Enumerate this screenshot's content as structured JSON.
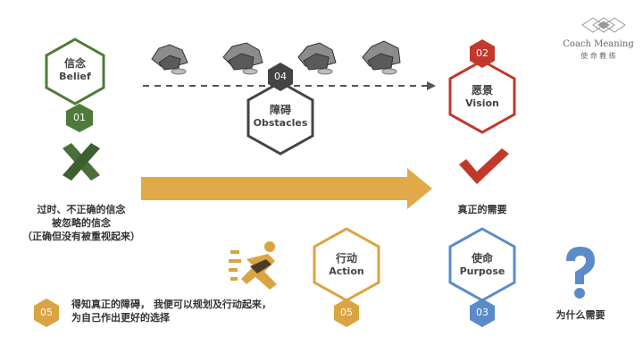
{
  "brand": {
    "name": "Coach Meaning",
    "sub": "使 命 教 练"
  },
  "belief": {
    "zh": "信念",
    "en": "Belief",
    "num": "01"
  },
  "vision": {
    "zh": "愿景",
    "en": "Vision",
    "num": "02"
  },
  "obstacles": {
    "zh": "障碍",
    "en": "Obstacles",
    "num": "04"
  },
  "action": {
    "zh": "行动",
    "en": "Action",
    "num": "05"
  },
  "purpose": {
    "zh": "使命",
    "en": "Purpose",
    "num": "03"
  },
  "left_caption": [
    "过时、不正确的信念",
    "被忽略的信念",
    "（正确但没有被重视起来）"
  ],
  "vision_caption": "真正的需要",
  "purpose_caption": "为什么需要",
  "action_note": {
    "num": "05",
    "lines": [
      "得知真正的障碍， 我便可以规划及行动起来，",
      "为自己作出更好的选择"
    ]
  },
  "colors": {
    "green": "#4f7a3a",
    "red": "#c0392b",
    "grey": "#444444",
    "orange": "#d9a441",
    "blue": "#5b8cc9",
    "arrow": "#e1a94a"
  },
  "icons": [
    "rock-icon",
    "cross-icon",
    "check-icon",
    "runner-icon",
    "question-icon",
    "brand-logo-icon"
  ]
}
